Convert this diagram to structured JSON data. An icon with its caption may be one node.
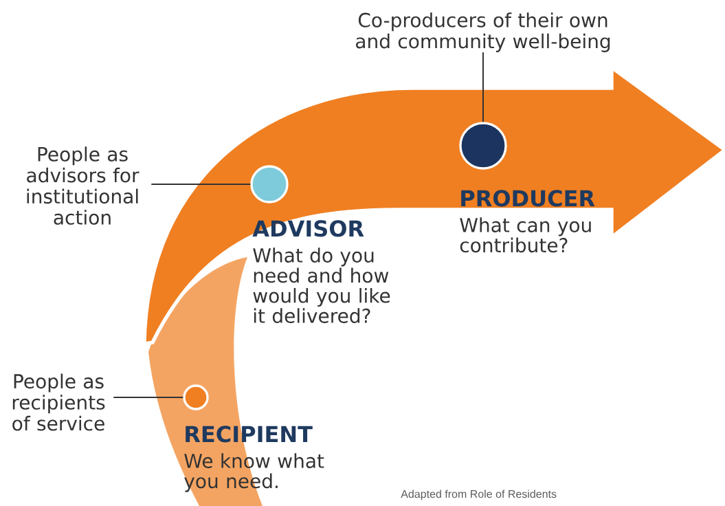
{
  "diagram": {
    "caption": "Adapted from Role of Residents",
    "nodes": [
      {
        "text": [
          "Co-producers of their own and community well-being"
        ]
      },
      {
        "text": [],
        "shape": "circle"
      },
      {
        "text": [
          "People as advisors for institutional action"
        ]
      },
      {
        "text": [],
        "shape": "circle"
      },
      {
        "text": [
          "People as recipients of service"
        ]
      },
      {
        "text": [],
        "shape": "circle"
      }
    ],
    "edges": [
      {
        "from": 0,
        "to": 1,
        "arrow": "none"
      },
      {
        "from": 2,
        "to": 3,
        "arrow": "none"
      },
      {
        "from": 4,
        "to": 5,
        "arrow": "none"
      }
    ],
    "labels": [
      "PRODUCER",
      "What can you contribute?",
      "ADVISOR",
      "What do you need and how would you like it delivered?",
      "RECIPIENT",
      "We know what you need."
    ]
  }
}
